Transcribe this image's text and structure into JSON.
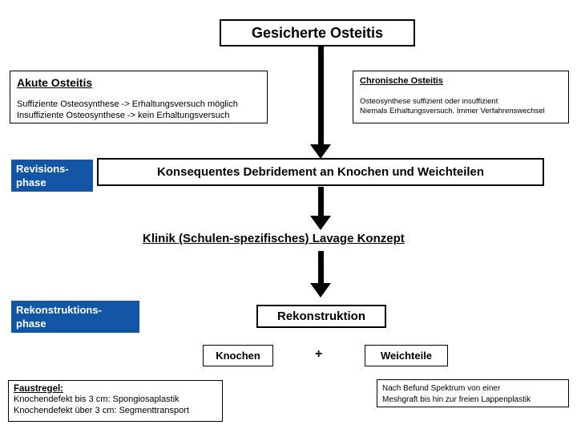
{
  "colors": {
    "phase_blue": "#1356a5",
    "arrow_black": "#000000"
  },
  "title": "Gesicherte Osteitis",
  "akute": {
    "heading": "Akute Osteitis",
    "line1": "Suffiziente Osteosynthese -> Erhaltungsversuch möglich",
    "line2": "Insuffiziente Osteosynthese -> kein Erhaltungsversuch"
  },
  "chronische": {
    "heading": "Chronische Osteitis",
    "line1": "Osteosynthese suffizient oder insuffizient",
    "line2": "Niemals Erhaltungsversuch. Immer Verfahrenswechsel"
  },
  "revisionsphase": {
    "line1": "Revisions-",
    "line2": "phase"
  },
  "debridement": "Konsequentes Debridement an Knochen und Weichteilen",
  "lavage": "Klinik (Schulen-spezifisches) Lavage Konzept",
  "rekonstruktionsphase": {
    "line1": "Rekonstruktions-",
    "line2": "phase"
  },
  "rekonstruktion": "Rekonstruktion",
  "knochen": "Knochen",
  "plus": "+",
  "weichteile": "Weichteile",
  "faustregel": {
    "heading": "Faustregel:",
    "line1": "Knochendefekt bis 3 cm: Spongiosaplastik",
    "line2": "Knochendefekt über 3 cm: Segmenttransport"
  },
  "weichteil_note": {
    "line1": "Nach Befund Spektrum von einer",
    "line2": "Meshgraft bis hin zur freien Lappenplastik"
  }
}
